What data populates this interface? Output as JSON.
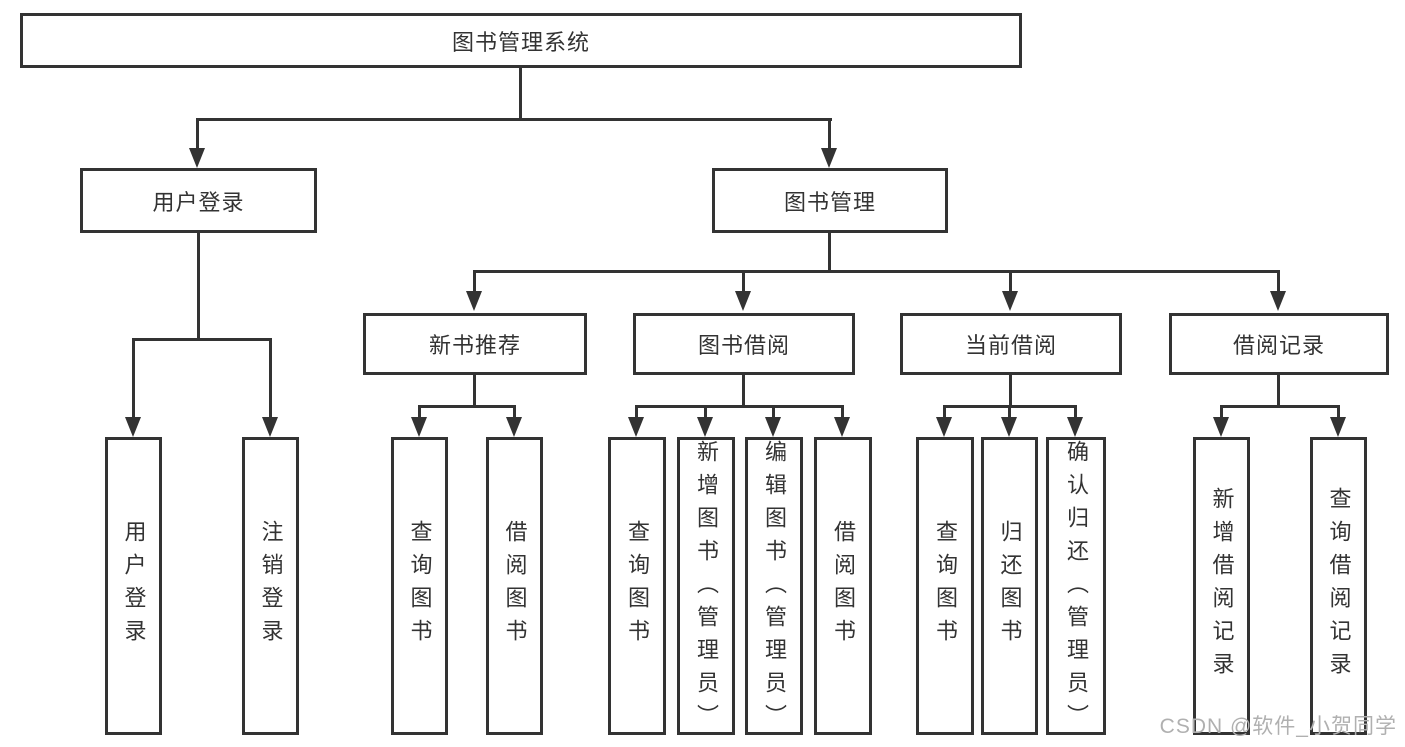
{
  "diagram": {
    "type": "hierarchy-tree",
    "colors": {
      "line": "#333333",
      "text": "#333333",
      "background": "#ffffff",
      "watermark": "#b0b0b0"
    },
    "watermark": "CSDN @软件_小贺同学"
  },
  "tree": {
    "label": "图书管理系统",
    "children": [
      {
        "label": "用户登录",
        "children": [
          {
            "label": "用户登录"
          },
          {
            "label": "注销登录"
          }
        ]
      },
      {
        "label": "图书管理",
        "children": [
          {
            "label": "新书推荐",
            "children": [
              {
                "label": "查询图书"
              },
              {
                "label": "借阅图书"
              }
            ]
          },
          {
            "label": "图书借阅",
            "children": [
              {
                "label": "查询图书"
              },
              {
                "label": "新增图书（管理员）"
              },
              {
                "label": "编辑图书（管理员）"
              },
              {
                "label": "借阅图书"
              }
            ]
          },
          {
            "label": "当前借阅",
            "children": [
              {
                "label": "查询图书"
              },
              {
                "label": "归还图书"
              },
              {
                "label": "确认归还（管理员）"
              }
            ]
          },
          {
            "label": "借阅记录",
            "children": [
              {
                "label": "新增借阅记录"
              },
              {
                "label": "查询借阅记录"
              }
            ]
          }
        ]
      }
    ]
  }
}
